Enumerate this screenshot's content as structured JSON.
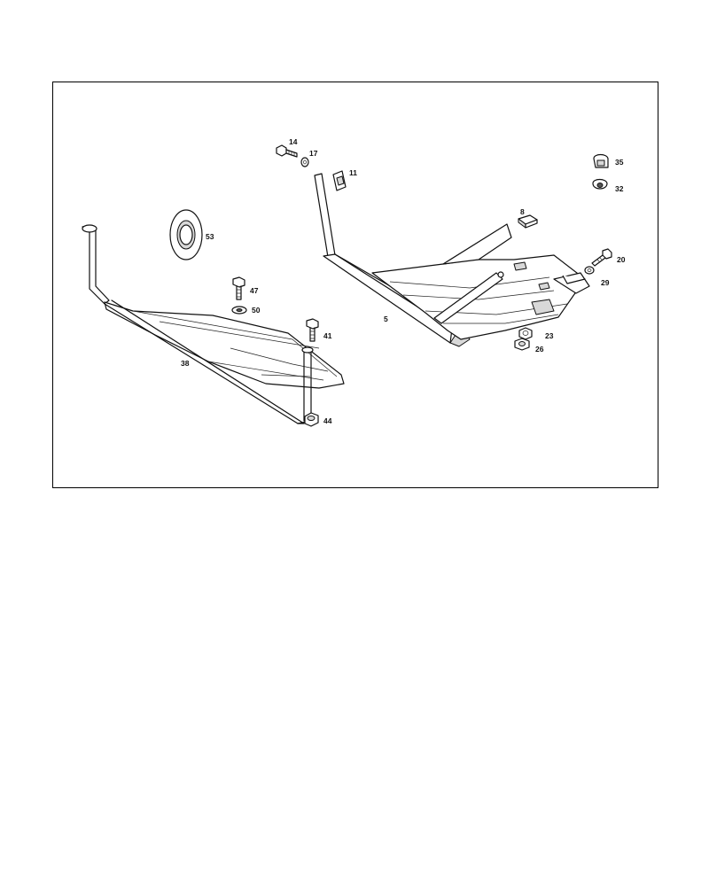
{
  "diagram": {
    "frame_color": "#000000",
    "line_color": "#111111",
    "callouts": [
      {
        "id": "14",
        "label": "14"
      },
      {
        "id": "17",
        "label": "17"
      },
      {
        "id": "11",
        "label": "11"
      },
      {
        "id": "35",
        "label": "35"
      },
      {
        "id": "32",
        "label": "32"
      },
      {
        "id": "8",
        "label": "8"
      },
      {
        "id": "53",
        "label": "53"
      },
      {
        "id": "20",
        "label": "20"
      },
      {
        "id": "29",
        "label": "29"
      },
      {
        "id": "47",
        "label": "47"
      },
      {
        "id": "50",
        "label": "50"
      },
      {
        "id": "5",
        "label": "5"
      },
      {
        "id": "41",
        "label": "41"
      },
      {
        "id": "23",
        "label": "23"
      },
      {
        "id": "26",
        "label": "26"
      },
      {
        "id": "38",
        "label": "38"
      },
      {
        "id": "44",
        "label": "44"
      }
    ]
  }
}
